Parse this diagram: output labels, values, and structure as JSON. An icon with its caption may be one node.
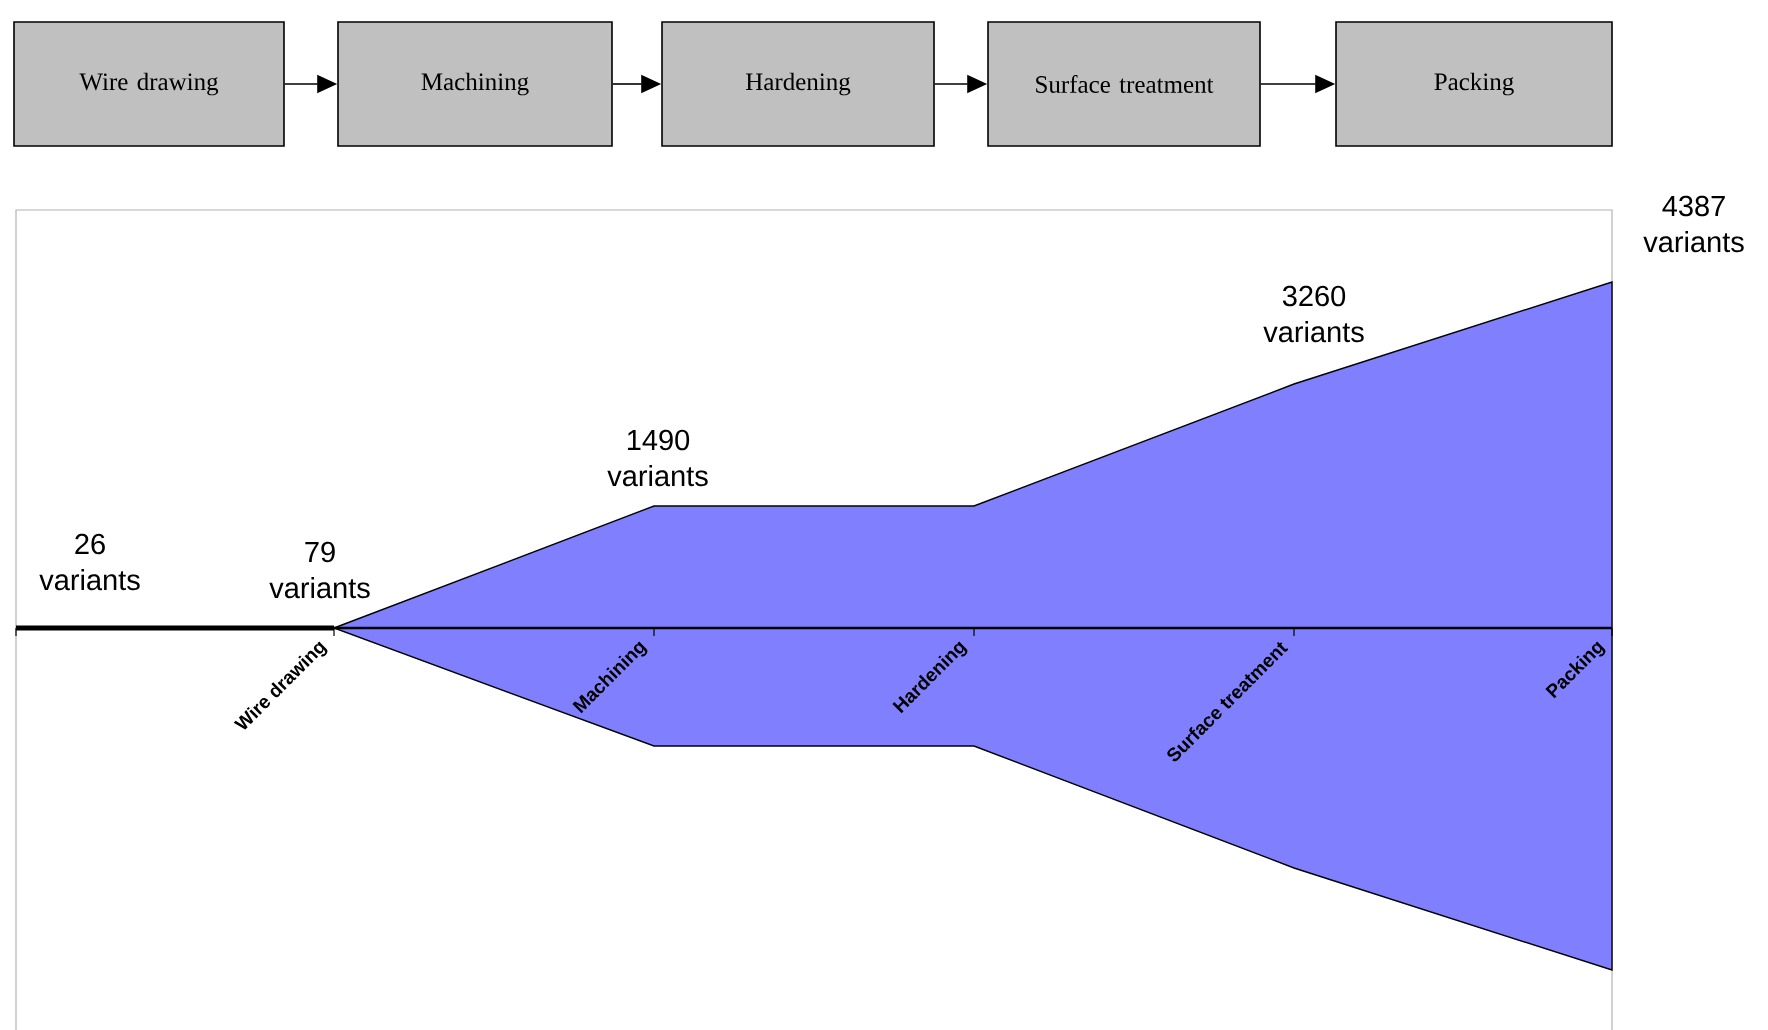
{
  "diagram": {
    "nodes": [
      {
        "text": [
          "Wire drawing"
        ]
      },
      {
        "text": [
          "Machining"
        ]
      },
      {
        "text": [
          "Hardening"
        ]
      },
      {
        "text": [
          "Surface treatment"
        ]
      },
      {
        "text": [
          "Packing"
        ]
      }
    ],
    "edges": [
      {
        "from": 0,
        "to": 1,
        "arrow": "to"
      },
      {
        "from": 1,
        "to": 2,
        "arrow": "to"
      },
      {
        "from": 2,
        "to": 3,
        "arrow": "to"
      },
      {
        "from": 3,
        "to": 4,
        "arrow": "to"
      }
    ],
    "labels": [
      "4387 variants",
      "3260 variants",
      "1490 variants",
      "26 variants",
      "79 variants",
      "Wire drawing",
      "Machining",
      "Hardening",
      "Surface treatment",
      "Packing"
    ]
  }
}
